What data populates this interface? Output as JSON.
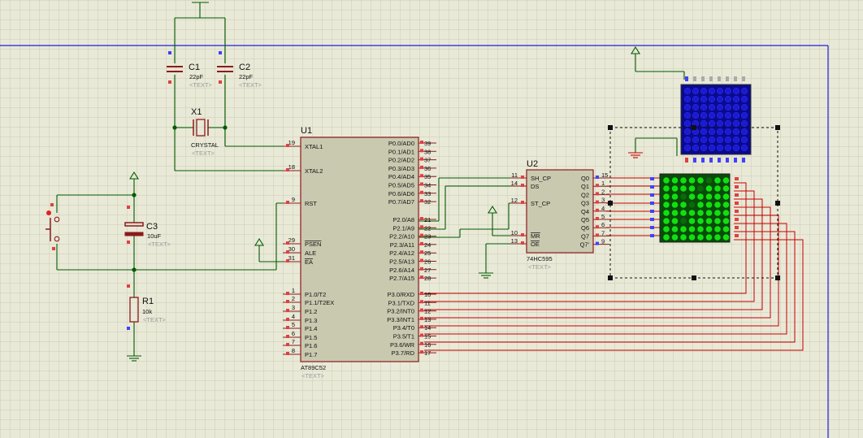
{
  "components": {
    "c1": {
      "ref": "C1",
      "value": "22pF",
      "text": "<TEXT>"
    },
    "c2": {
      "ref": "C2",
      "value": "22pF",
      "text": "<TEXT>"
    },
    "x1": {
      "ref": "X1",
      "value": "CRYSTAL",
      "text": "<TEXT>"
    },
    "c3": {
      "ref": "C3",
      "value": "10uF",
      "text": "<TEXT>"
    },
    "r1": {
      "ref": "R1",
      "value": "10k",
      "text": "<TEXT>"
    },
    "u1": {
      "ref": "U1",
      "part": "AT89C52",
      "text": "<TEXT>",
      "left_pins": [
        {
          "num": "19",
          "name": "XTAL1"
        },
        {
          "num": "18",
          "name": "XTAL2"
        },
        {
          "num": "9",
          "name": "RST"
        },
        {
          "num": "29",
          "name": "PSEN"
        },
        {
          "num": "30",
          "name": "ALE"
        },
        {
          "num": "31",
          "name": "EA"
        },
        {
          "num": "1",
          "name": "P1.0/T2"
        },
        {
          "num": "2",
          "name": "P1.1/T2EX"
        },
        {
          "num": "3",
          "name": "P1.2"
        },
        {
          "num": "4",
          "name": "P1.3"
        },
        {
          "num": "5",
          "name": "P1.4"
        },
        {
          "num": "6",
          "name": "P1.5"
        },
        {
          "num": "7",
          "name": "P1.6"
        },
        {
          "num": "8",
          "name": "P1.7"
        }
      ],
      "right_pins": [
        {
          "num": "39",
          "name": "P0.0/AD0"
        },
        {
          "num": "38",
          "name": "P0.1/AD1"
        },
        {
          "num": "37",
          "name": "P0.2/AD2"
        },
        {
          "num": "36",
          "name": "P0.3/AD3"
        },
        {
          "num": "35",
          "name": "P0.4/AD4"
        },
        {
          "num": "34",
          "name": "P0.5/AD5"
        },
        {
          "num": "33",
          "name": "P0.6/AD6"
        },
        {
          "num": "32",
          "name": "P0.7/AD7"
        },
        {
          "num": "21",
          "name": "P2.0/A8"
        },
        {
          "num": "22",
          "name": "P2.1/A9"
        },
        {
          "num": "23",
          "name": "P2.2/A10"
        },
        {
          "num": "24",
          "name": "P2.3/A11"
        },
        {
          "num": "25",
          "name": "P2.4/A12"
        },
        {
          "num": "26",
          "name": "P2.5/A13"
        },
        {
          "num": "27",
          "name": "P2.6/A14"
        },
        {
          "num": "28",
          "name": "P2.7/A15"
        },
        {
          "num": "10",
          "name": "P3.0/RXD"
        },
        {
          "num": "11",
          "name": "P3.1/TXD"
        },
        {
          "num": "12",
          "name": "P3.2/INT0"
        },
        {
          "num": "13",
          "name": "P3.3/INT1"
        },
        {
          "num": "14",
          "name": "P3.4/T0"
        },
        {
          "num": "15",
          "name": "P3.5/T1"
        },
        {
          "num": "16",
          "name": "P3.6/WR"
        },
        {
          "num": "17",
          "name": "P3.7/RD"
        }
      ]
    },
    "u2": {
      "ref": "U2",
      "part": "74HC595",
      "text": "<TEXT>",
      "left_pins": [
        {
          "num": "11",
          "name": "SH_CP"
        },
        {
          "num": "14",
          "name": "DS"
        },
        {
          "num": "12",
          "name": "ST_CP"
        },
        {
          "num": "10",
          "name": "MR"
        },
        {
          "num": "13",
          "name": "OE"
        }
      ],
      "right_pins": [
        {
          "num": "15",
          "name": "Q0"
        },
        {
          "num": "1",
          "name": "Q1"
        },
        {
          "num": "2",
          "name": "Q2"
        },
        {
          "num": "3",
          "name": "Q3"
        },
        {
          "num": "4",
          "name": "Q4"
        },
        {
          "num": "5",
          "name": "Q5"
        },
        {
          "num": "6",
          "name": "Q6"
        },
        {
          "num": "7",
          "name": "Q7"
        },
        {
          "num": "9",
          "name": "Q7'"
        }
      ]
    }
  },
  "colors": {
    "background": "#e9e9d7",
    "grid": "#c9c9b4",
    "wire_green": "#005a00",
    "wire_red": "#c80000",
    "chip_fill": "#c8c8b0",
    "chip_border": "#8b1a1a",
    "blue_matrix": "#0a0a8c",
    "green_matrix": "#00c800",
    "sheet_border": "#1a1ae0"
  }
}
